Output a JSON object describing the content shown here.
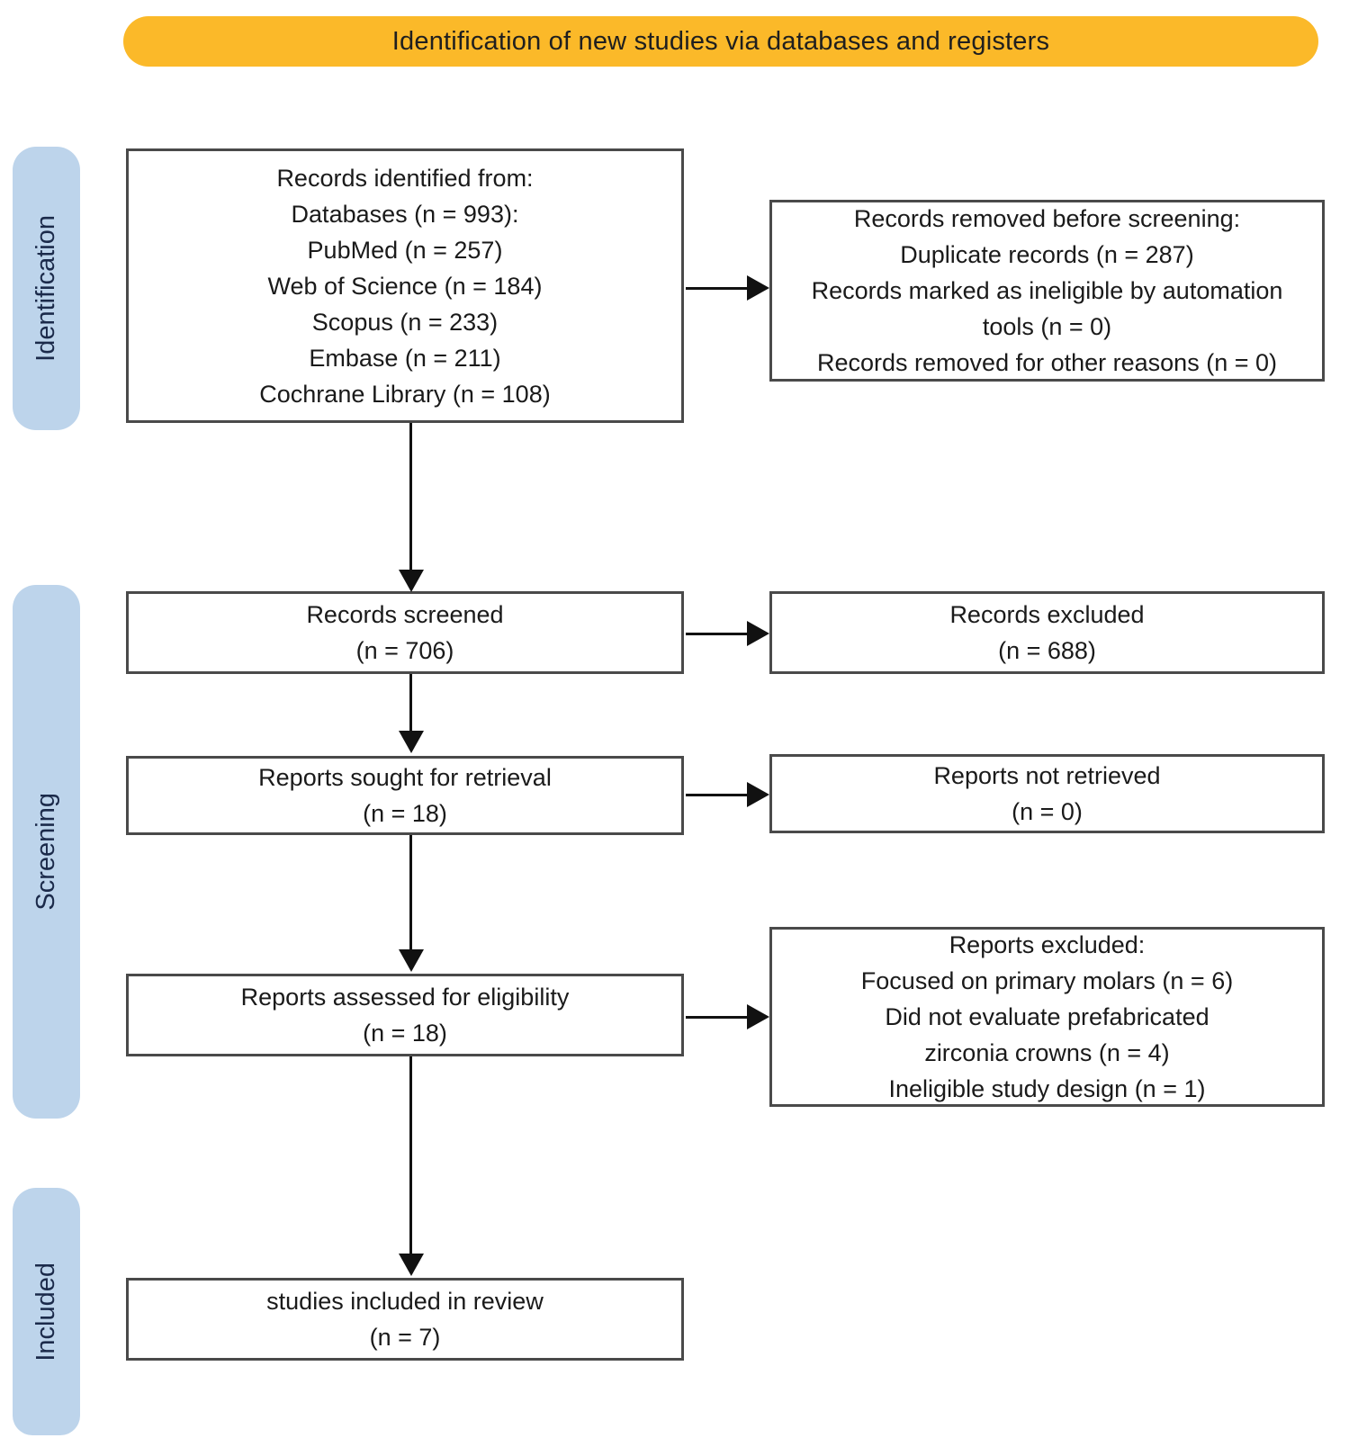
{
  "banner": {
    "title": "Identification of new studies via databases and registers"
  },
  "stages": {
    "identification": "Identification",
    "screening": "Screening",
    "included": "Included"
  },
  "boxes": {
    "identified": {
      "lines": [
        "Records identified from:",
        "Databases (n = 993):",
        "PubMed (n = 257)",
        "Web of Science (n = 184)",
        "Scopus (n = 233)",
        "Embase (n = 211)",
        "Cochrane Library (n = 108)"
      ]
    },
    "removed": {
      "lines": [
        "Records removed before screening:",
        "Duplicate records (n = 287)",
        "Records marked as ineligible by automation",
        "tools (n = 0)",
        "Records removed for other reasons (n = 0)"
      ]
    },
    "screened": {
      "lines": [
        "Records screened",
        "(n = 706)"
      ]
    },
    "excluded": {
      "lines": [
        "Records excluded",
        "(n = 688)"
      ]
    },
    "sought": {
      "lines": [
        "Reports sought for retrieval",
        "(n = 18)"
      ]
    },
    "not_retrieved": {
      "lines": [
        "Reports not retrieved",
        "(n = 0)"
      ]
    },
    "assessed": {
      "lines": [
        "Reports assessed for eligibility",
        "(n = 18)"
      ]
    },
    "reports_excluded": {
      "lines": [
        "Reports excluded:",
        "Focused on primary molars (n = 6)",
        "Did not evaluate prefabricated",
        "zirconia crowns (n = 4)",
        "Ineligible study design (n = 1)"
      ]
    },
    "included": {
      "lines": [
        "studies included in review",
        "(n = 7)"
      ]
    }
  },
  "colors": {
    "banner_bg": "#FBB929",
    "stage_pill_bg": "#BDD4EB",
    "box_border": "#4A4A4A",
    "arrow": "#111111",
    "stage_text": "#1B2A4A"
  }
}
